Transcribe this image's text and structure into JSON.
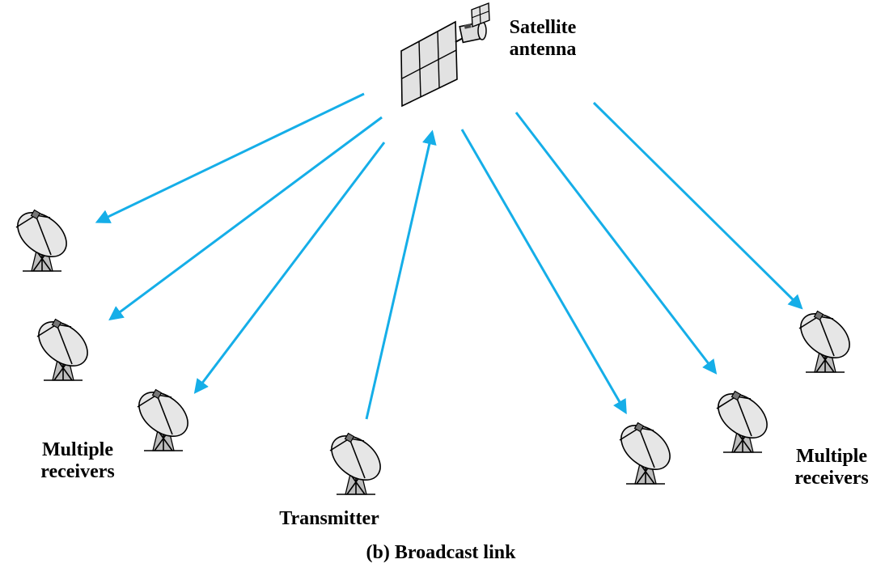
{
  "labels": {
    "satellite": [
      "Satellite",
      "antenna"
    ],
    "receivers_left": [
      "Multiple",
      "receivers"
    ],
    "receivers_right": [
      "Multiple",
      "receivers"
    ],
    "transmitter": "Transmitter",
    "caption": "(b) Broadcast link"
  },
  "icons": {
    "satellite": "satellite-icon",
    "dish": "satellite-dish-icon"
  },
  "colors": {
    "link": "#15aee8",
    "dish_fill": "#e6e6e6",
    "background": "#ffffff"
  },
  "links": [
    {
      "from": "satellite",
      "to": "receiver-left-1",
      "direction": "downlink"
    },
    {
      "from": "satellite",
      "to": "receiver-left-2",
      "direction": "downlink"
    },
    {
      "from": "satellite",
      "to": "receiver-left-3",
      "direction": "downlink"
    },
    {
      "from": "transmitter",
      "to": "satellite",
      "direction": "uplink"
    },
    {
      "from": "satellite",
      "to": "receiver-right-1",
      "direction": "downlink"
    },
    {
      "from": "satellite",
      "to": "receiver-right-2",
      "direction": "downlink"
    },
    {
      "from": "satellite",
      "to": "receiver-right-3",
      "direction": "downlink"
    }
  ]
}
